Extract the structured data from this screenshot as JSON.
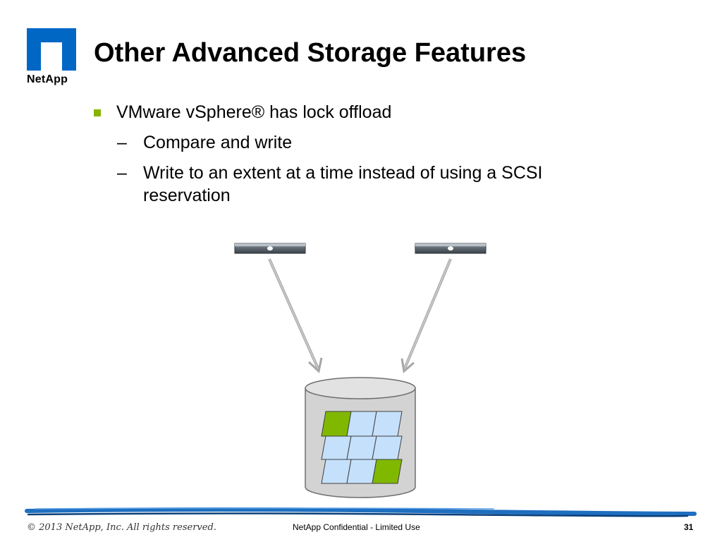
{
  "brand": {
    "name": "NetApp",
    "logo_color": "#0067c5"
  },
  "slide": {
    "title": "Other Advanced Storage Features",
    "bullets": [
      {
        "text": "VMware vSphere® has lock offload",
        "subitems": [
          "Compare and write",
          "Write to an extent at a time instead of using a SCSI reservation"
        ]
      }
    ],
    "bullet_color": "#86b400",
    "dash": "–"
  },
  "diagram": {
    "highlight_color": "#80b800",
    "block_color": "#c5e0fb",
    "cylinder_color": "#d3d3d3",
    "grid": [
      [
        "green",
        "blue",
        "blue"
      ],
      [
        "blue",
        "blue",
        "blue"
      ],
      [
        "blue",
        "blue",
        "green"
      ]
    ]
  },
  "footer": {
    "copyright": "© 2013 NetApp, Inc. All rights reserved.",
    "confidential": "NetApp Confidential - Limited Use",
    "page_number": "31",
    "line_color": "#1f6fc0"
  }
}
